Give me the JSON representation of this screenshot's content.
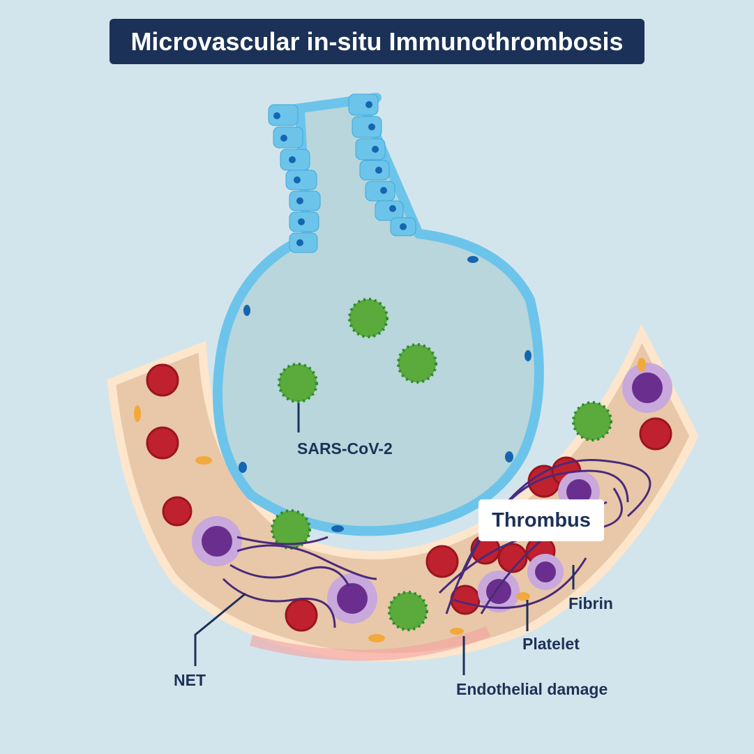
{
  "title": "Microvascular in-situ Immunothrombosis",
  "labels": {
    "virus": "SARS-CoV-2",
    "thrombus": "Thrombus",
    "fibrin": "Fibrin",
    "platelet": "Platelet",
    "net": "NET",
    "endothelial_damage": "Endothelial damage"
  },
  "colors": {
    "background": "#d3e5ec",
    "title_bg": "#1c3157",
    "alveolar_cell": "#6cc4ea",
    "vessel": "#e8c8a8",
    "rbc": "#c0212e",
    "neutrophil": "#7a3f9c",
    "virus": "#5aaa3c"
  }
}
